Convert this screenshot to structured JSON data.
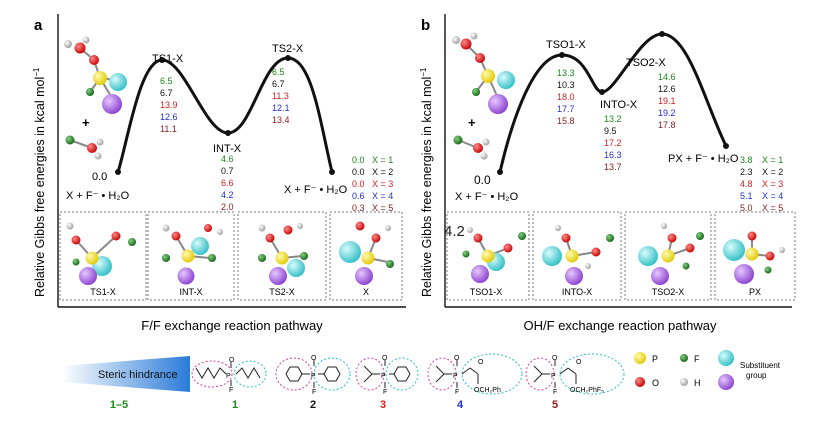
{
  "panel_a": {
    "letter": "a",
    "ylabel": "Relative Gibbs free energies in kcal mol",
    "ylabel_sup": "−1",
    "xlabel": "F/F exchange reaction pathway",
    "reactant_value": "0.0",
    "reactant_label": "X + F⁻ • H₂O",
    "product_label": "X + F⁻ • H₂O",
    "ts1_label": "TS1-X",
    "int_label": "INT-X",
    "ts2_label": "TS2-X",
    "ts1_values": [
      "6.5",
      "6.7",
      "13.9",
      "12.6",
      "11.1"
    ],
    "int_values": [
      "4.6",
      "0.7",
      "6.6",
      "4.2",
      "2.0"
    ],
    "ts2_values": [
      "6.5",
      "6.7",
      "11.3",
      "12.1",
      "13.4"
    ],
    "x_values": [
      "0.0",
      "0.0",
      "0.0",
      "0.6",
      "0.3"
    ],
    "x_labels": [
      "X = 1",
      "X = 2",
      "X = 3",
      "X = 4",
      "X = 5"
    ],
    "structure_labels": [
      "TS1-X",
      "INT-X",
      "TS2-X",
      "X"
    ],
    "plus": "+"
  },
  "panel_b": {
    "letter": "b",
    "ylabel": "Relative Gibbs free energies in kcal mol",
    "ylabel_sup": "−1",
    "xlabel": "OH/F exchange reaction pathway",
    "reactant_value": "0.0",
    "reactant_label": "X + F⁻ • H₂O",
    "tso1_label": "TSO1-X",
    "into_label": "INTO-X",
    "tso2_label": "TSO2-X",
    "px_label": "PX + F⁻ • H₂O",
    "tso1_values": [
      "13.3",
      "10.3",
      "18.0",
      "17.7",
      "15.8"
    ],
    "into_values": [
      "13.2",
      "9.5",
      "17.2",
      "16.3",
      "13.7"
    ],
    "tso2_values": [
      "14.6",
      "12.6",
      "19.1",
      "19.2",
      "17.8"
    ],
    "px_values": [
      "3.8",
      "2.3",
      "4.8",
      "5.1",
      "5.0"
    ],
    "x_labels": [
      "X = 1",
      "X = 2",
      "X = 3",
      "X = 4",
      "X = 5"
    ],
    "structure_labels": [
      "TSO1-X",
      "INTO-X",
      "TSO2-X",
      "PX"
    ],
    "stray_value": "4.2",
    "plus": "+"
  },
  "legend": {
    "steric_label": "Steric hindrance",
    "range_label": "1–5",
    "compound_numbers": [
      "1",
      "2",
      "3",
      "4",
      "5"
    ],
    "compound4_group": "OCH₂Ph",
    "compound5_group": "OCH₂PhF₅",
    "atom_P": "P",
    "atom_F": "F",
    "atom_O": "O",
    "atom_H": "H",
    "substituent_label_1": "Substituent",
    "substituent_label_2": "group"
  },
  "colors": {
    "x1": "#1a8a1a",
    "x2": "#111111",
    "x3": "#d42020",
    "x4": "#1f2fd6",
    "x5": "#8b1a1a",
    "P": "#f2e600",
    "F": "#1e7a1e",
    "O": "#dd1111",
    "H": "#bdbdbd",
    "sub": "#4fd6dc",
    "group": "#a35ae0"
  }
}
